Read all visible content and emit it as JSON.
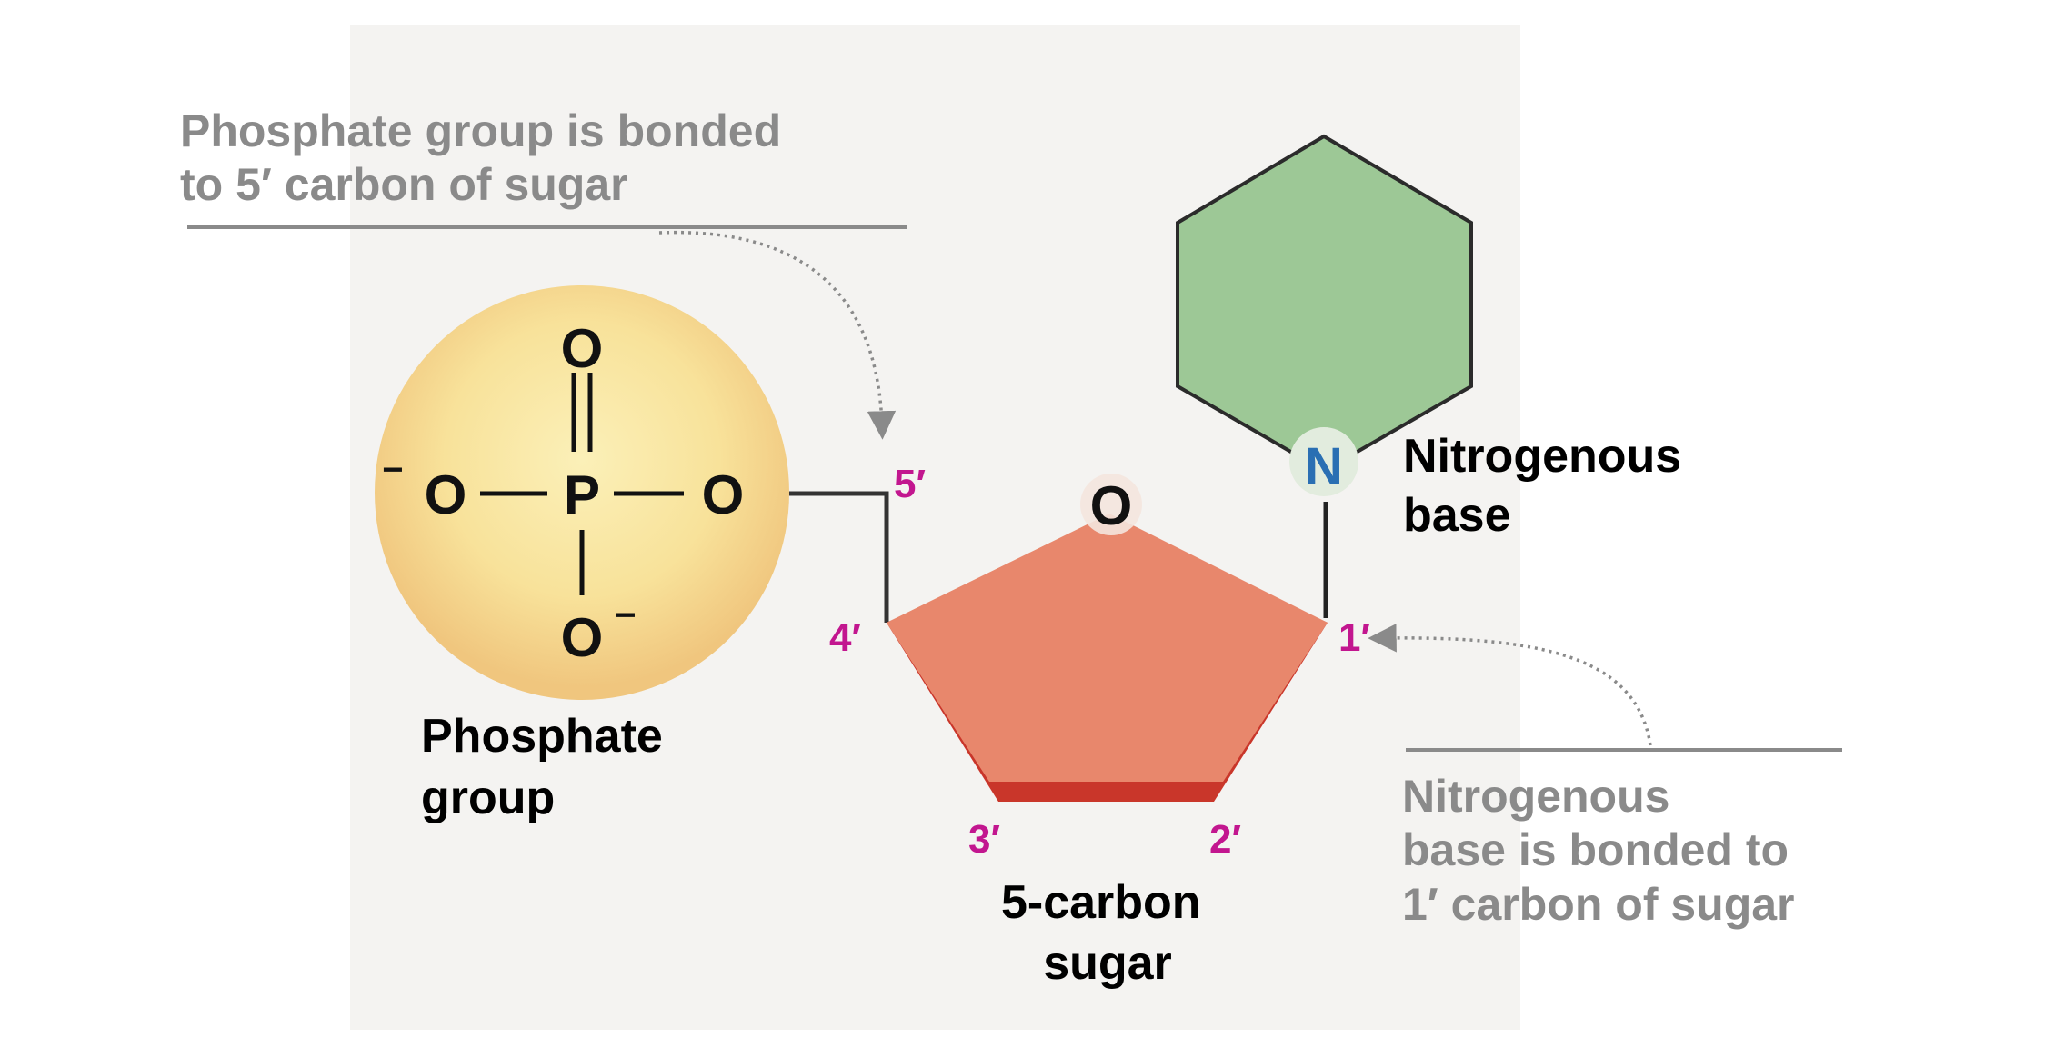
{
  "annotations": {
    "phosphate_bond": [
      "Phosphate group is bonded",
      "to 5′ carbon of sugar"
    ],
    "base_bond": [
      "Nitrogenous",
      "base is bonded to",
      "1′ carbon of sugar"
    ]
  },
  "labels": {
    "phosphate_group": [
      "Phosphate",
      "group"
    ],
    "nitrogenous_base": [
      "Nitrogenous",
      "base"
    ],
    "sugar": [
      "5-carbon",
      "sugar"
    ]
  },
  "phosphate": {
    "top_oxygen": "O",
    "left_oxygen": "O",
    "phosphorus": "P",
    "right_oxygen": "O",
    "bottom_oxygen": "O",
    "negative_charge": "−"
  },
  "sugar_ring": {
    "ring_oxygen": "O",
    "carbons": {
      "c1": "1′",
      "c2": "2′",
      "c3": "3′",
      "c4": "4′",
      "c5": "5′"
    }
  },
  "base": {
    "nitrogen": "N"
  },
  "colors": {
    "panel": "#f4f3f1",
    "phosphate_sphere": "#f8e29a",
    "sugar_fill": "#e8876c",
    "sugar_shadow": "#c9362a",
    "base_fill": "#9dc896",
    "annotation_text": "#8a8a8a",
    "carbon_number": "#c2168f",
    "nitrogen": "#2a6fb3"
  }
}
